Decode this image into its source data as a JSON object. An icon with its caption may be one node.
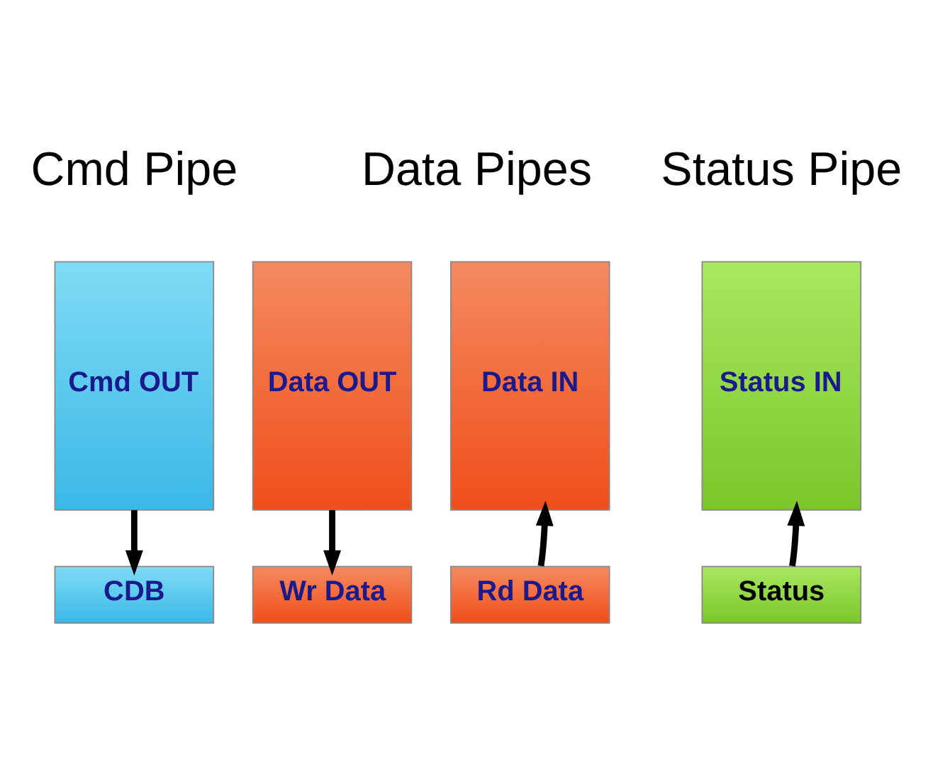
{
  "diagram": {
    "nodes": [
      {
        "text": [
          "Cmd OUT"
        ]
      },
      {
        "text": [
          "Data OUT"
        ]
      },
      {
        "text": [
          "Data IN"
        ]
      },
      {
        "text": [
          "Status IN"
        ]
      },
      {
        "text": [
          "CDB"
        ]
      },
      {
        "text": [
          "Wr Data"
        ]
      },
      {
        "text": [
          "Rd Data"
        ]
      },
      {
        "text": [
          "Status"
        ]
      }
    ],
    "edges": [
      {
        "from": 0,
        "to": 4,
        "arrow": "to"
      },
      {
        "from": 1,
        "to": 5,
        "arrow": "to"
      },
      {
        "from": 6,
        "to": 2,
        "arrow": "to"
      },
      {
        "from": 7,
        "to": 3,
        "arrow": "to"
      }
    ],
    "labels": [
      "Cmd Pipe",
      "Data Pipes",
      "Status Pipe"
    ]
  }
}
